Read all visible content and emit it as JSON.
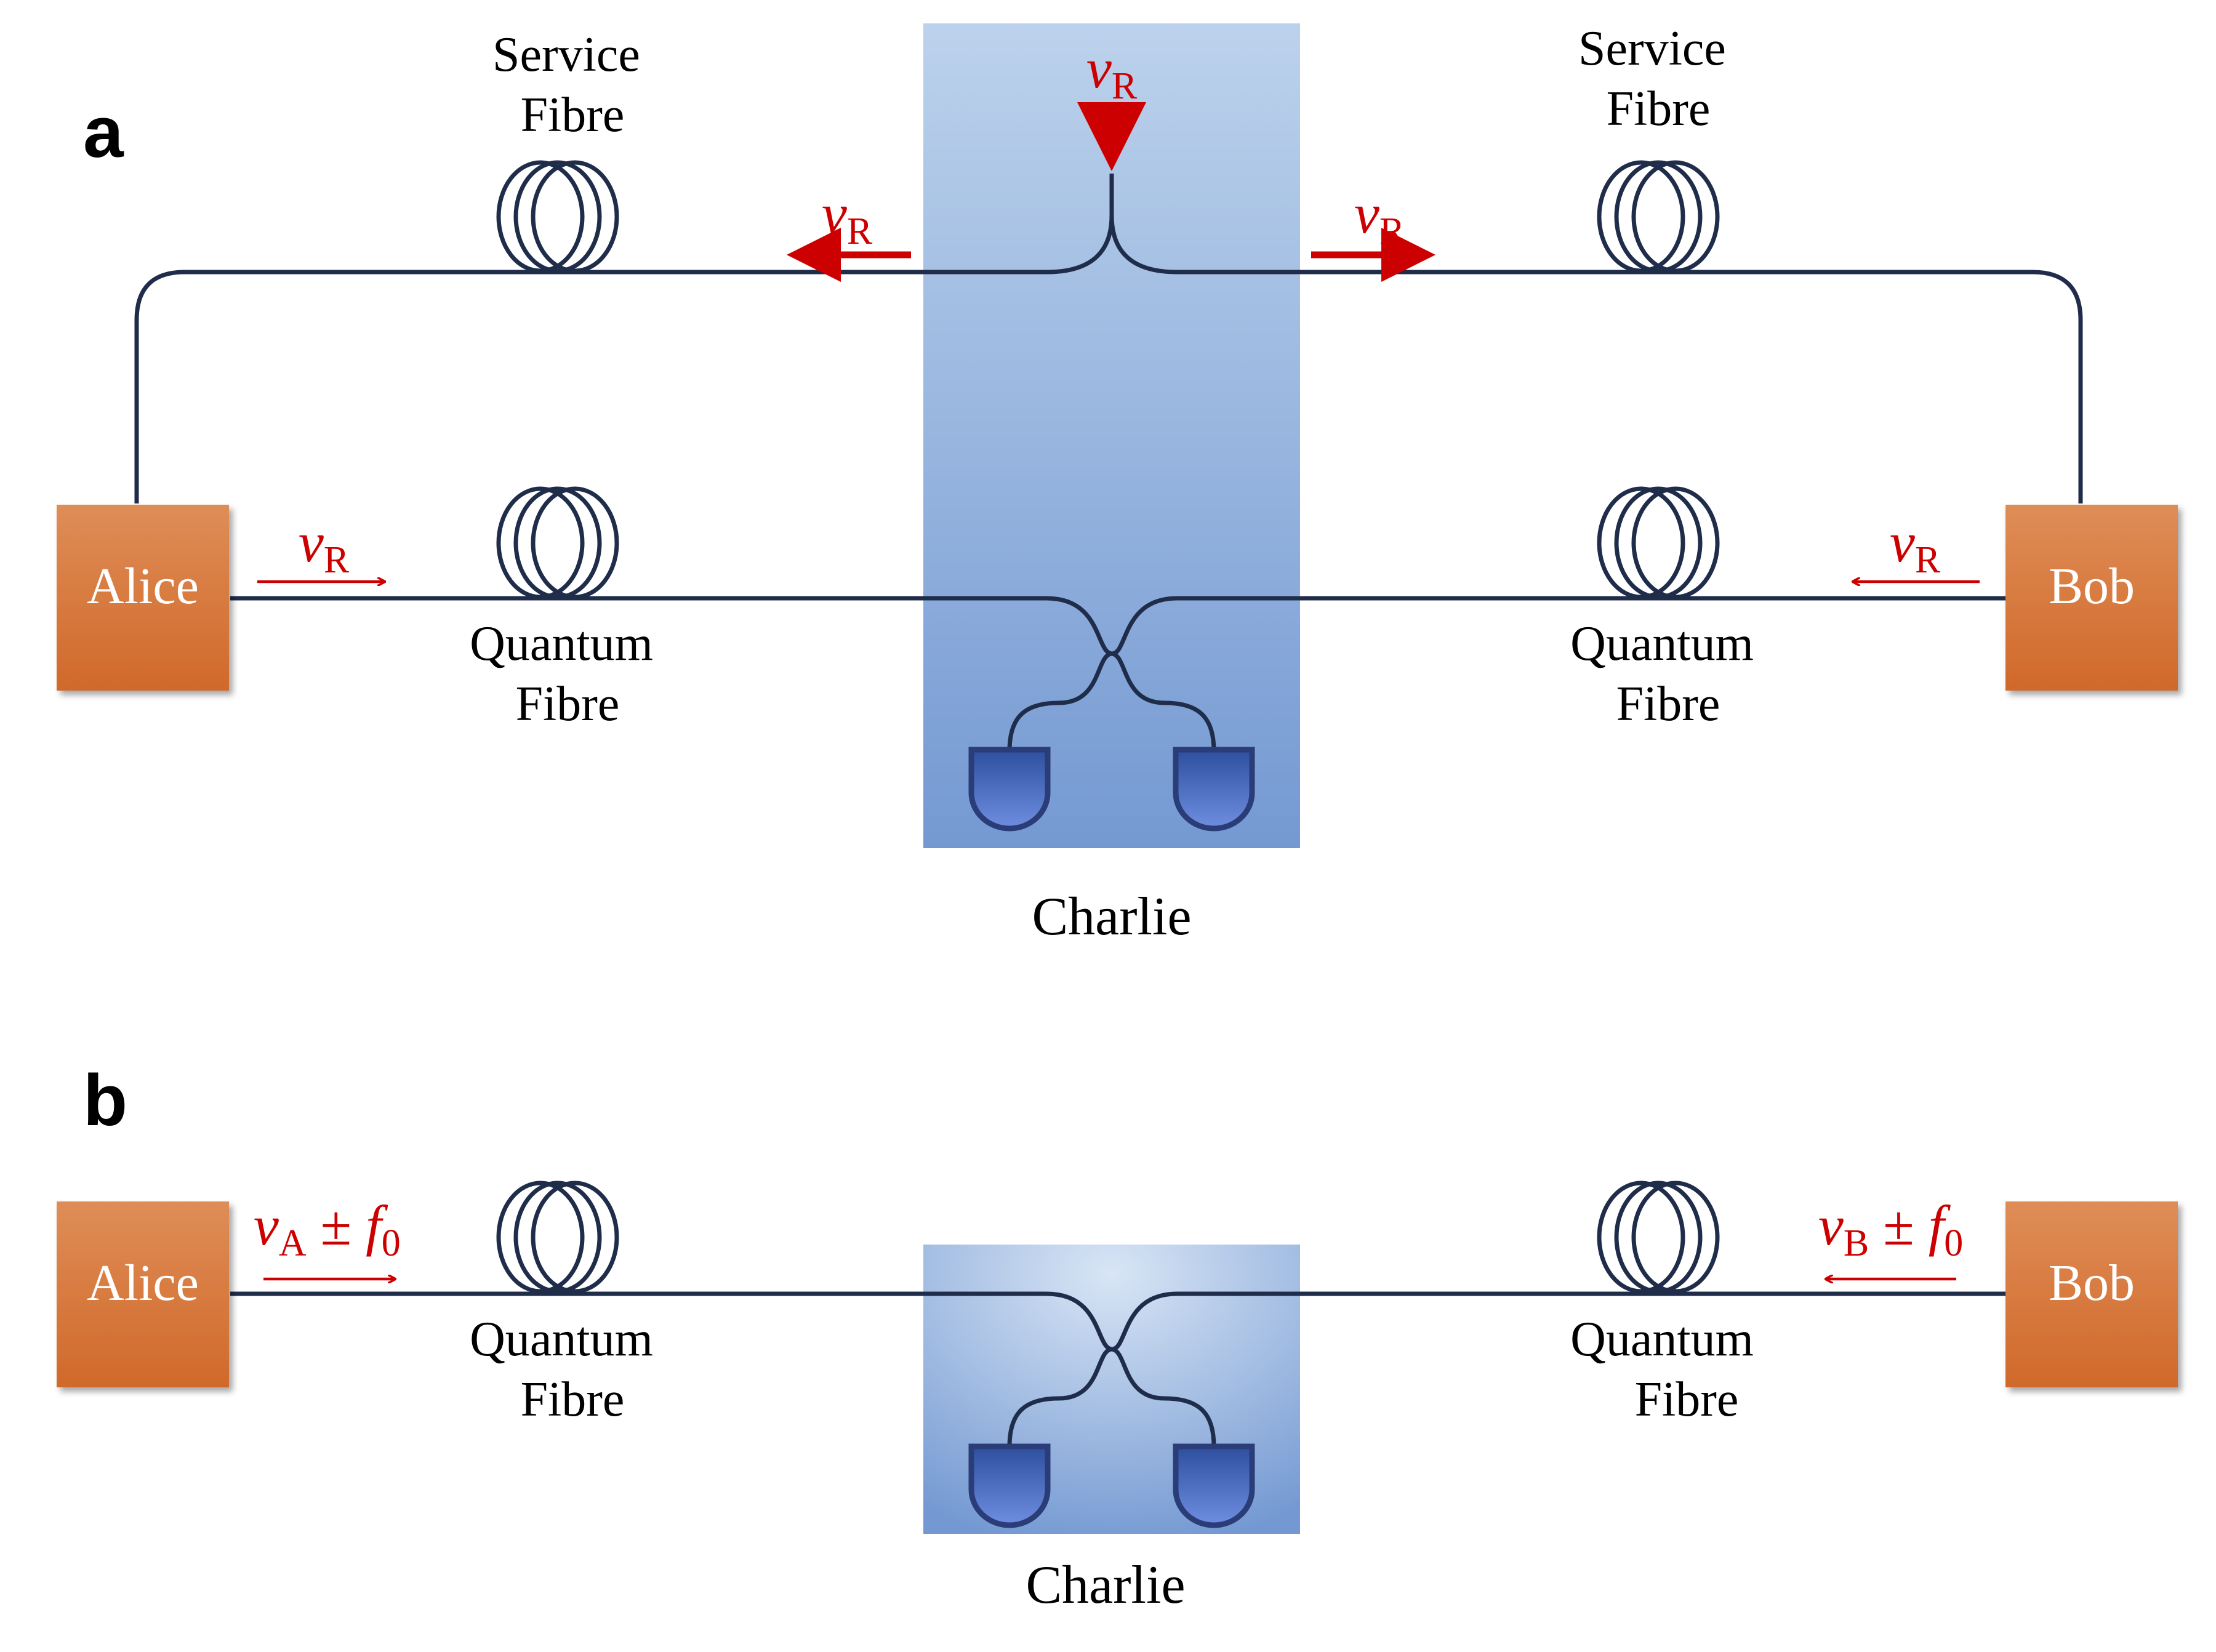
{
  "panel_a": {
    "letter": "a",
    "service_fibre_left": [
      "Service",
      "Fibre"
    ],
    "service_fibre_right": [
      "Service",
      "Fibre"
    ],
    "quantum_fibre_left": [
      "Quantum",
      "Fibre"
    ],
    "quantum_fibre_right": [
      "Quantum",
      "Fibre"
    ],
    "alice": "Alice",
    "bob": "Bob",
    "charlie": "Charlie",
    "freq_symbol": "ν",
    "freq_sub": "R"
  },
  "panel_b": {
    "letter": "b",
    "quantum_fibre_left": [
      "Quantum",
      "Fibre"
    ],
    "quantum_fibre_right": [
      "Quantum",
      "Fibre"
    ],
    "alice": "Alice",
    "bob": "Bob",
    "charlie": "Charlie",
    "alice_freq": {
      "symbol": "ν",
      "sub": "A",
      "op": " ± ",
      "f": "f",
      "fsub": "0"
    },
    "bob_freq": {
      "symbol": "ν",
      "sub": "B",
      "op": " ± ",
      "f": "f",
      "fsub": "0"
    }
  },
  "colors": {
    "fibre": "#1f2d4a",
    "frequency_arrow": "#cc0000",
    "node_orange_top": "#df8d57",
    "node_orange_bottom": "#d0692a",
    "charlie_blue": "#8fb0dc",
    "detector_blue": "#4a6ec8"
  }
}
